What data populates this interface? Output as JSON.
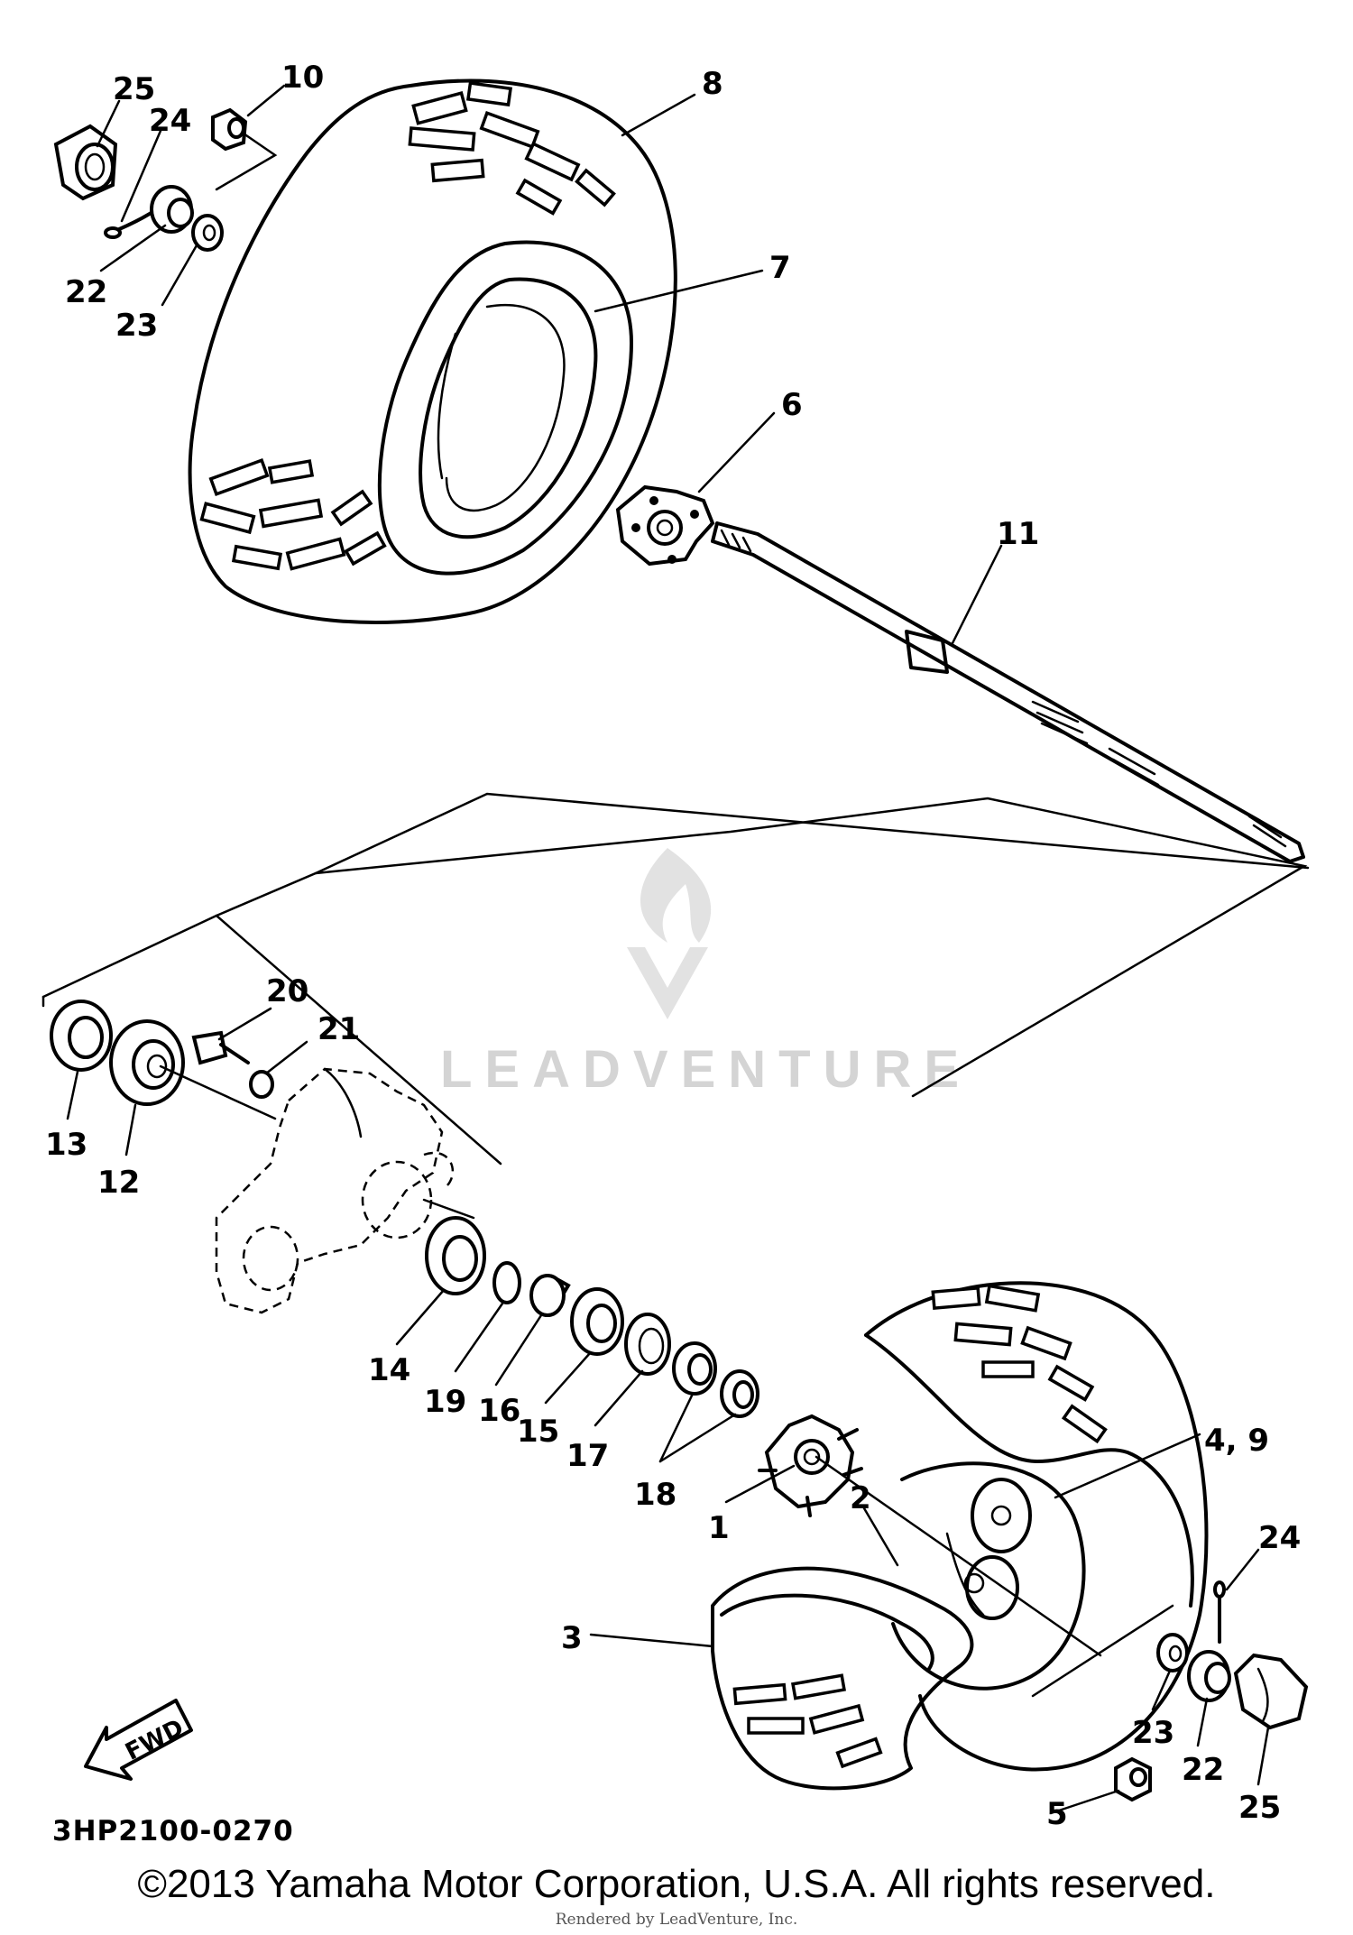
{
  "diagram": {
    "drawing_code": "3HP2100-0270",
    "copyright": "©2013 Yamaha Motor Corporation, U.S.A. All rights reserved.",
    "rendered_by": "Rendered by LeadVenture, Inc.",
    "watermark_text": "LEADVENTURE",
    "fwd_label": "FWD",
    "callouts": {
      "c1": "1",
      "c2": "2",
      "c3": "3",
      "c4_9": "4, 9",
      "c5": "5",
      "c6": "6",
      "c7": "7",
      "c8": "8",
      "c10": "10",
      "c11": "11",
      "c12": "12",
      "c13": "13",
      "c14": "14",
      "c15": "15",
      "c16": "16",
      "c17": "17",
      "c18": "18",
      "c19": "19",
      "c20": "20",
      "c21": "21",
      "c22_top": "22",
      "c23_top": "23",
      "c24_top": "24",
      "c25_top": "25",
      "c22_bottom": "22",
      "c23_bottom": "23",
      "c24_bottom": "24",
      "c25_bottom": "25"
    }
  }
}
